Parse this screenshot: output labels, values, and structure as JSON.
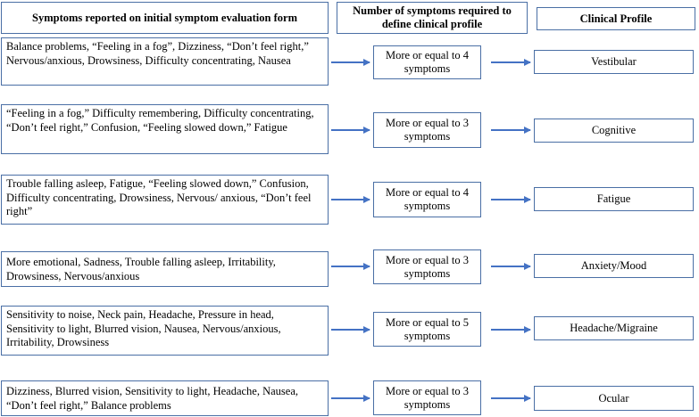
{
  "headers": {
    "symptoms": "Symptoms reported on initial symptom evaluation form",
    "count": "Number of symptoms required to define clinical profile",
    "profile": "Clinical Profile"
  },
  "rows": [
    {
      "symptoms": "Balance problems, “Feeling in a fog”, Dizziness, “Don’t feel right,” Nervous/anxious, Drowsiness, Difficulty concentrating, Nausea",
      "count": "More or equal to 4 symptoms",
      "profile": "Vestibular"
    },
    {
      "symptoms": "“Feeling in a fog,” Difficulty remembering, Difficulty concentrating, “Don’t feel right,” Confusion, “Feeling slowed down,” Fatigue",
      "count": "More or equal to 3 symptoms",
      "profile": "Cognitive"
    },
    {
      "symptoms": "Trouble falling asleep, Fatigue, “Feeling slowed down,” Confusion, Difficulty concentrating, Drowsiness, Nervous/ anxious, “Don’t feel right”",
      "count": "More or equal to 4 symptoms",
      "profile": "Fatigue"
    },
    {
      "symptoms": "More emotional, Sadness, Trouble falling asleep, Irritability, Drowsiness, Nervous/anxious",
      "count": "More or equal to 3 symptoms",
      "profile": "Anxiety/Mood"
    },
    {
      "symptoms": "Sensitivity to noise, Neck pain, Headache, Pressure in head, Sensitivity to light, Blurred vision, Nausea, Nervous/anxious, Irritability, Drowsiness",
      "count": "More or equal to 5 symptoms",
      "profile": "Headache/Migraine"
    },
    {
      "symptoms": "Dizziness, Blurred vision, Sensitivity to light, Headache, Nausea, “Don’t feel right,” Balance problems",
      "count": "More or equal to 3 symptoms",
      "profile": "Ocular"
    }
  ],
  "colors": {
    "border": "#4a6fa5",
    "arrow": "#4472c4"
  }
}
